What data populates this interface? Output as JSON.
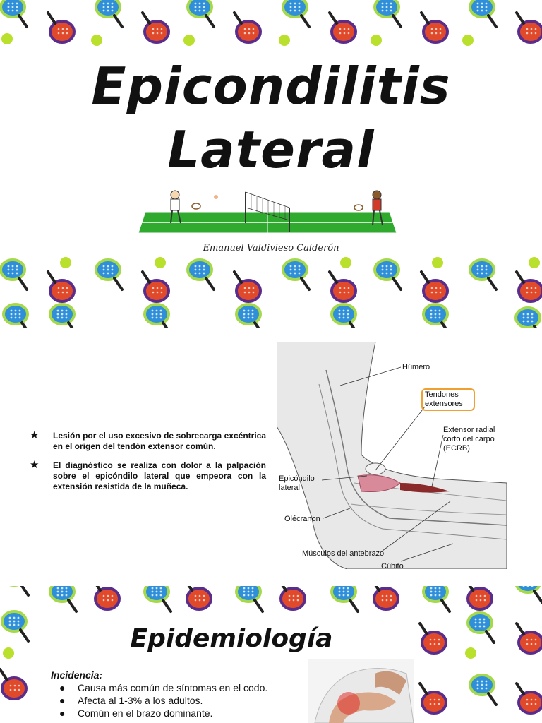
{
  "slide1": {
    "title_line1": "Epicondilitis",
    "title_line2": "Lateral",
    "author": "Emanuel Valdivieso Calderón"
  },
  "slide2": {
    "bullets": [
      "Lesión por el uso excesivo de sobrecarga excéntrica en el origen del tendón extensor común.",
      "El diagnóstico se realiza con dolor a la palpación sobre el epicóndilo lateral que empeora con la extensión resistida de la muñeca."
    ],
    "bullet_symbol": "★",
    "diagram_labels": {
      "humero": "Húmero",
      "tendones": "Tendones extensores",
      "ecrb": "Extensor radial corto del carpo (ECRB)",
      "epicondilo": "Epicóndilo lateral",
      "olecranon": "Olécranon",
      "musculos": "Músculos del antebrazo",
      "cubito": "Cúbito"
    }
  },
  "slide3": {
    "title": "Epidemiología",
    "incidence_label": "Incidencia:",
    "bullet_symbol": "●",
    "items": [
      "Causa más común de síntomas en el codo.",
      "Afecta al 1-3% a los adultos.",
      "Común en el brazo dominante."
    ]
  },
  "colors": {
    "racket_blue": "#2f8fd8",
    "racket_blue_rim": "#a6d94a",
    "racket_red": "#e04a2a",
    "racket_red_rim": "#5a2d8c",
    "ball": "#b9e02c",
    "court": "#2faa2f"
  }
}
